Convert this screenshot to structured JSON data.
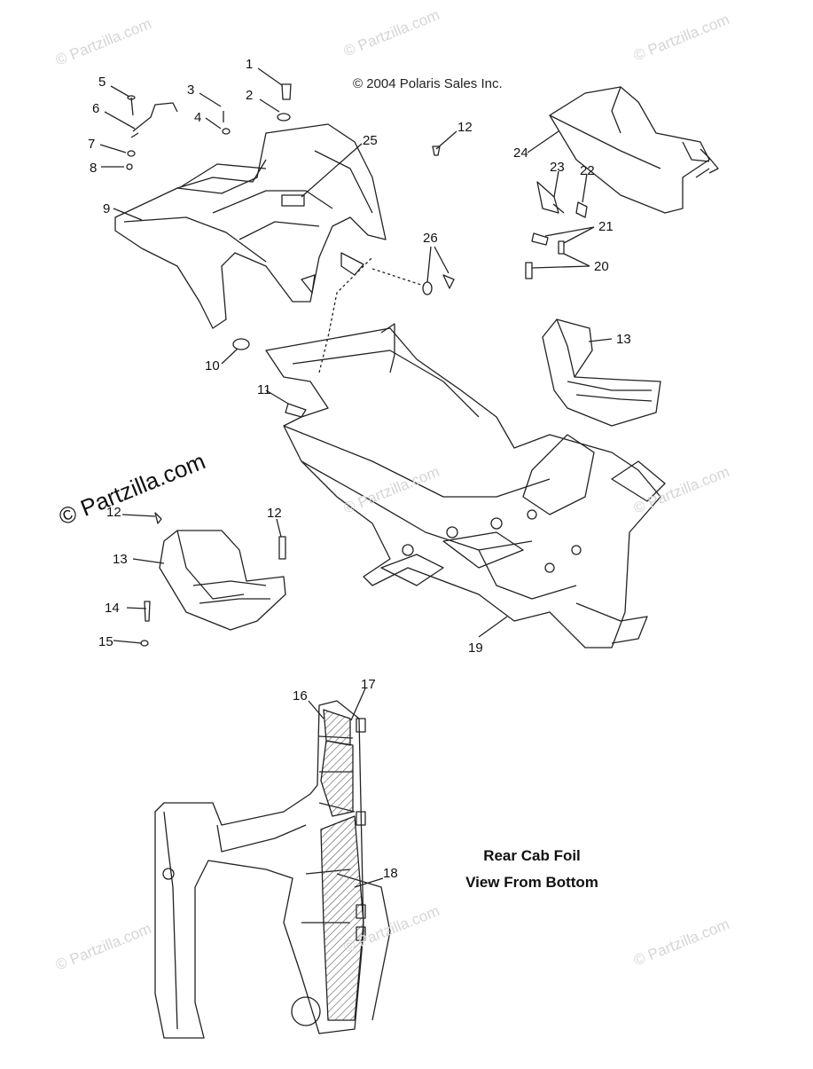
{
  "copyright": "© 2004 Polaris Sales Inc.",
  "watermark": "© Partzilla.com",
  "watermark_main": "© Partzilla.com",
  "rear_cab_caption": [
    "Rear Cab Foil",
    "View From Bottom"
  ],
  "callouts": [
    "1",
    "2",
    "3",
    "4",
    "5",
    "6",
    "7",
    "8",
    "9",
    "10",
    "11",
    "12",
    "12",
    "12",
    "13",
    "13",
    "14",
    "15",
    "16",
    "17",
    "18",
    "19",
    "20",
    "21",
    "22",
    "23",
    "24",
    "25",
    "26"
  ],
  "colors": {
    "line": "#222222",
    "watermark": "#d5d5d5",
    "hatch": "#555555"
  }
}
